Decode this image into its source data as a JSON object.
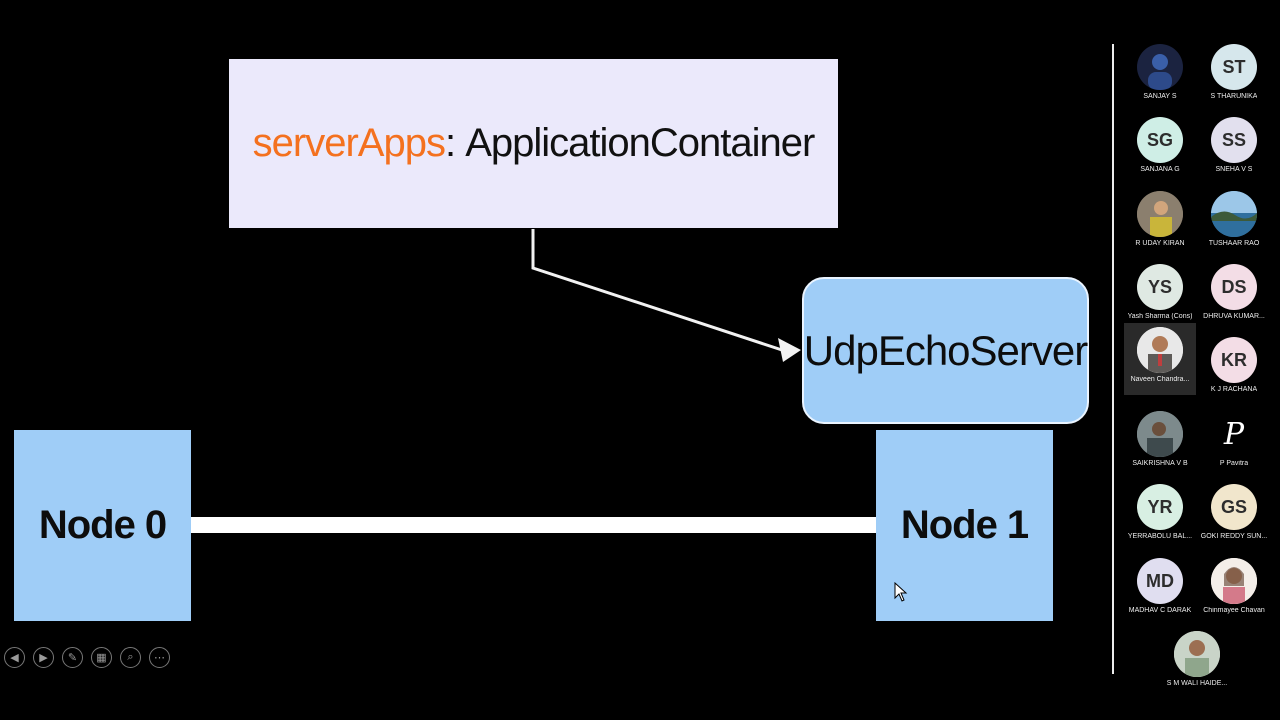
{
  "slide": {
    "app_container": {
      "prefix": "serverApps",
      "separator": ": ",
      "type": "ApplicationContainer"
    },
    "server_box": {
      "label": "UdpEchoServer"
    },
    "node0": {
      "label": "Node 0"
    },
    "node1": {
      "label": "Node 1"
    },
    "colors": {
      "box_fill": "#9fcdf7",
      "container_fill": "#ebe9fb",
      "accent": "#f4711f"
    }
  },
  "controls": [
    {
      "icon": "previous-slide-icon",
      "glyph": "◀"
    },
    {
      "icon": "next-slide-icon",
      "glyph": "▶"
    },
    {
      "icon": "pen-icon",
      "glyph": "✎"
    },
    {
      "icon": "slides-grid-icon",
      "glyph": "▦"
    },
    {
      "icon": "zoom-icon",
      "glyph": "⌕"
    },
    {
      "icon": "more-options-icon",
      "glyph": "⋯"
    }
  ],
  "participants": [
    {
      "name": "SANJAY S",
      "initials": "",
      "color": "#1b2340",
      "photo": "dark-profile"
    },
    {
      "name": "S THARUNIKA",
      "initials": "ST",
      "color": "#d6e7ec"
    },
    {
      "name": "SANJANA G",
      "initials": "SG",
      "color": "#cfeee6"
    },
    {
      "name": "SNEHA V S",
      "initials": "SS",
      "color": "#e2e0ee"
    },
    {
      "name": "R UDAY KIRAN",
      "initials": "",
      "color": "#6b6256",
      "photo": "person-photo"
    },
    {
      "name": "TUSHAAR RAO",
      "initials": "",
      "color": "#4a86b8",
      "photo": "landscape-photo"
    },
    {
      "name": "Yash Sharma (Cons)",
      "initials": "YS",
      "color": "#dfe9e3"
    },
    {
      "name": "DHRUVA KUMAR...",
      "initials": "DS",
      "color": "#f3dde6"
    },
    {
      "name": "Naveen Chandra...",
      "initials": "",
      "color": "#e8e8e8",
      "photo": "person-photo"
    },
    {
      "name": "K J RACHANA",
      "initials": "KR",
      "color": "#f3dde6"
    },
    {
      "name": "SAIKRISHNA V B",
      "initials": "",
      "color": "#7d8a8c",
      "photo": "person-photo"
    },
    {
      "name": "P Pavitra",
      "initials": "P",
      "color": "#000000",
      "photo": "letter-logo"
    },
    {
      "name": "YERRABOLU BAL...",
      "initials": "YR",
      "color": "#d8efe3"
    },
    {
      "name": "GOKI REDDY SUN...",
      "initials": "GS",
      "color": "#f1e6cc"
    },
    {
      "name": "MADHAV C DARAK",
      "initials": "MD",
      "color": "#e0def0"
    },
    {
      "name": "Chinmayee Chavan",
      "initials": "",
      "color": "#f4eee9",
      "photo": "person-photo"
    },
    {
      "name": "S M WALI HAIDE...",
      "initials": "",
      "color": "#c9d4c8",
      "photo": "person-photo"
    }
  ]
}
